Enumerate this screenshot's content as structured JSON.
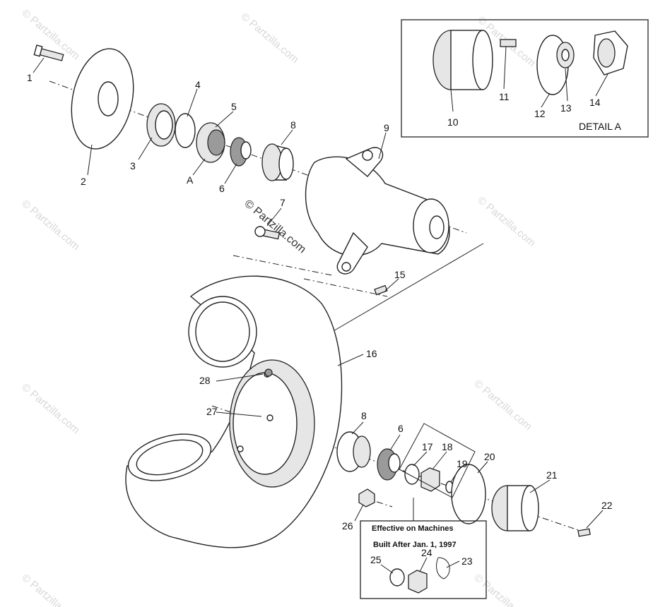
{
  "watermark": "© Partzilla.com",
  "callouts": {
    "c1": "1",
    "c2": "2",
    "c3": "3",
    "c4": "4",
    "c5": "5",
    "cA": "A",
    "c6": "6",
    "c6b": "6",
    "c7": "7",
    "c8": "8",
    "c8b": "8",
    "c9": "9",
    "c10": "10",
    "c11": "11",
    "c12": "12",
    "c13": "13",
    "c14": "14",
    "c15": "15",
    "c16": "16",
    "c17": "17",
    "c18": "18",
    "c19": "19",
    "c20": "20",
    "c21": "21",
    "c22": "22",
    "c23": "23",
    "c24": "24",
    "c25": "25",
    "c26": "26",
    "c27": "27",
    "c28": "28"
  },
  "detail_box": {
    "label": "DETAIL A"
  },
  "effective_box": {
    "line1": "Effective on Machines",
    "line2": "Built After Jan. 1, 1997"
  }
}
